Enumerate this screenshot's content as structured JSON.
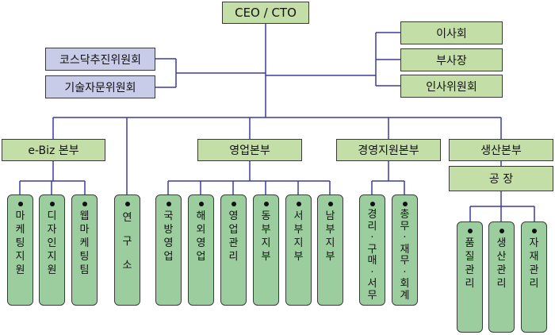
{
  "top": "CEO / CTO",
  "left_committees": [
    "코스닥추진위원회",
    "기술자문위원회"
  ],
  "right_committees": [
    "이사회",
    "부사장",
    "인사위원회"
  ],
  "divisions": {
    "ebiz": "e-Biz 본부",
    "sales": "영업본부",
    "management": "경영지원본부",
    "production": "생산본부",
    "factory": "공 장"
  },
  "units": {
    "ebiz": [
      "마\n케\n팅\n지\n원",
      "디\n자\n인\n지\n원",
      "웹\n마\n케\n팅\n팀"
    ],
    "research": "연\n구\n소",
    "sales": [
      "국\n방\n영\n업",
      "해\n외\n영\n업",
      "영\n업\n관\n리",
      "동\n부\n지\n부",
      "서\n부\n지\n부",
      "남\n부\n지\n부"
    ],
    "management": [
      "경\n리\n·\n구\n매\n·\n서\n무",
      "총\n무\n·\n재\n무\n·\n회\n계"
    ],
    "factory": [
      "품\n질\n관\n리",
      "생\n산\n관\n리",
      "자\n재\n관\n리"
    ]
  }
}
